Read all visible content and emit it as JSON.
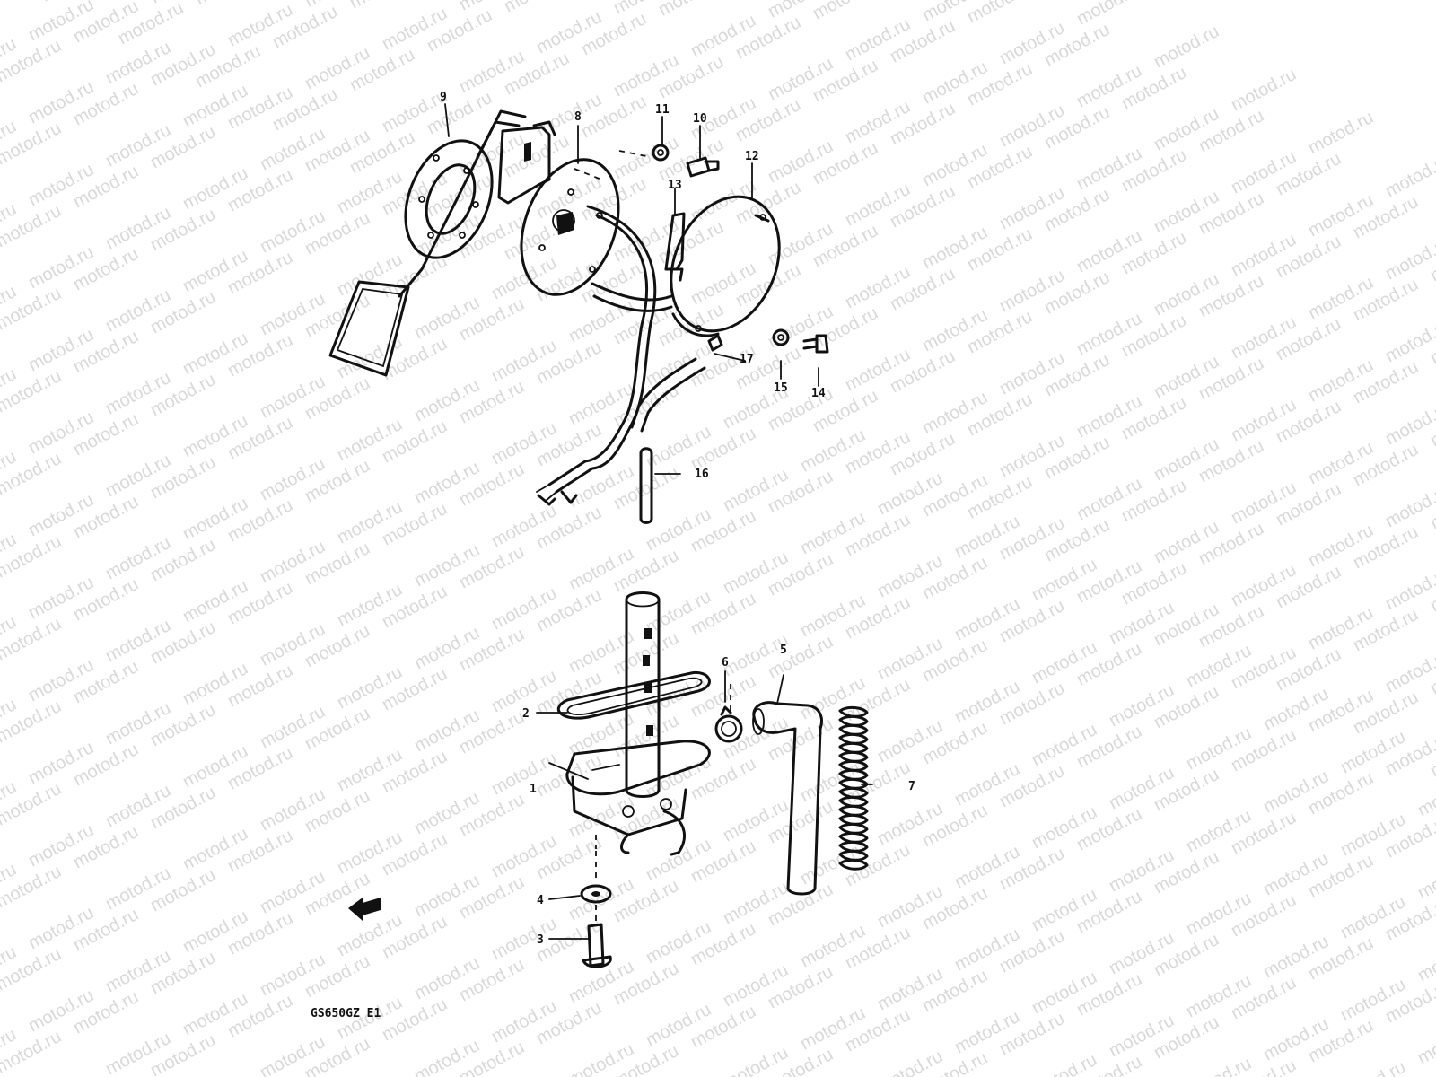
{
  "watermark": {
    "text": "motod.ru"
  },
  "drawing_code": "GS650GZ E1",
  "callouts": [
    {
      "id": "c1",
      "number": "1"
    },
    {
      "id": "c2",
      "number": "2"
    },
    {
      "id": "c3",
      "number": "3"
    },
    {
      "id": "c4",
      "number": "4"
    },
    {
      "id": "c5",
      "number": "5"
    },
    {
      "id": "c6",
      "number": "6"
    },
    {
      "id": "c7",
      "number": "7"
    },
    {
      "id": "c8",
      "number": "8"
    },
    {
      "id": "c9",
      "number": "9"
    },
    {
      "id": "c10",
      "number": "10"
    },
    {
      "id": "c11",
      "number": "11"
    },
    {
      "id": "c12",
      "number": "12"
    },
    {
      "id": "c13",
      "number": "13"
    },
    {
      "id": "c14",
      "number": "14"
    },
    {
      "id": "c15",
      "number": "15"
    },
    {
      "id": "c16",
      "number": "16"
    },
    {
      "id": "c17",
      "number": "17"
    }
  ],
  "icons": {
    "front_arrow": "front-direction-arrow-icon"
  }
}
